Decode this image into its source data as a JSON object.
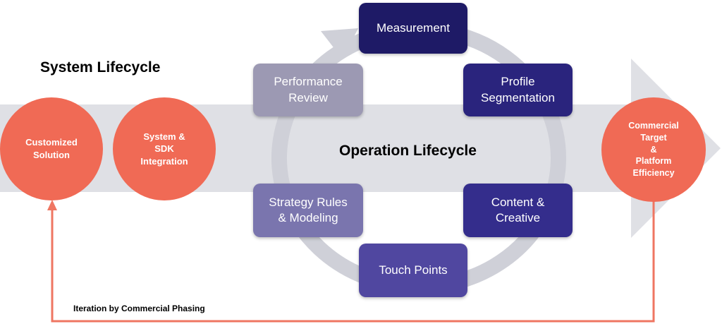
{
  "system_lifecycle_title": "System Lifecycle",
  "operation_lifecycle_title": "Operation Lifecycle",
  "iteration_label": "Iteration by Commercial Phasing",
  "circles": {
    "customized": "Customized\nSolution",
    "sdk": "System &\nSDK\nIntegration",
    "commercial": "Commercial\nTarget\n&\nPlatform\nEfficiency"
  },
  "cycle_nodes": {
    "measurement": "Measurement",
    "profile": "Profile\nSegmentation",
    "content": "Content &\nCreative",
    "touch_points": "Touch Points",
    "strategy": "Strategy Rules\n& Modeling",
    "performance": "Performance\nReview"
  },
  "colors": {
    "circle_fill": "#f06a55",
    "arrow_band": "#dfe0e5",
    "ring": "#cfd0d8",
    "iteration_line": "#ef7662",
    "measurement": "#1e1a66",
    "profile": "#2a247d",
    "content": "#342d8c",
    "touch_points": "#5047a0",
    "strategy": "#7a75ae",
    "performance": "#9c99b3"
  }
}
